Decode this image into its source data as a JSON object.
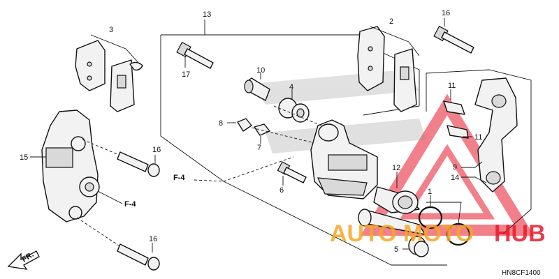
{
  "diagram_code": "HN8CF1400",
  "direction_tag": "FR.",
  "reference_tags": [
    "F-4",
    "F-4"
  ],
  "watermark": {
    "brand_left": "AUTO",
    "brand_mid": "MOTO",
    "brand_right": "HUB",
    "accent_color": "#e8192c",
    "text_color": "#f6a623"
  },
  "callouts": {
    "c1": "1",
    "c2": "2",
    "c3": "3",
    "c4": "4",
    "c5": "5",
    "c6": "6",
    "c7": "7",
    "c8": "8",
    "c9": "9",
    "c10": "10",
    "c11a": "11",
    "c11b": "11",
    "c12": "12",
    "c13": "13",
    "c14": "14",
    "c15": "15",
    "c16a": "16",
    "c16b": "16",
    "c16c": "16",
    "c17": "17"
  }
}
